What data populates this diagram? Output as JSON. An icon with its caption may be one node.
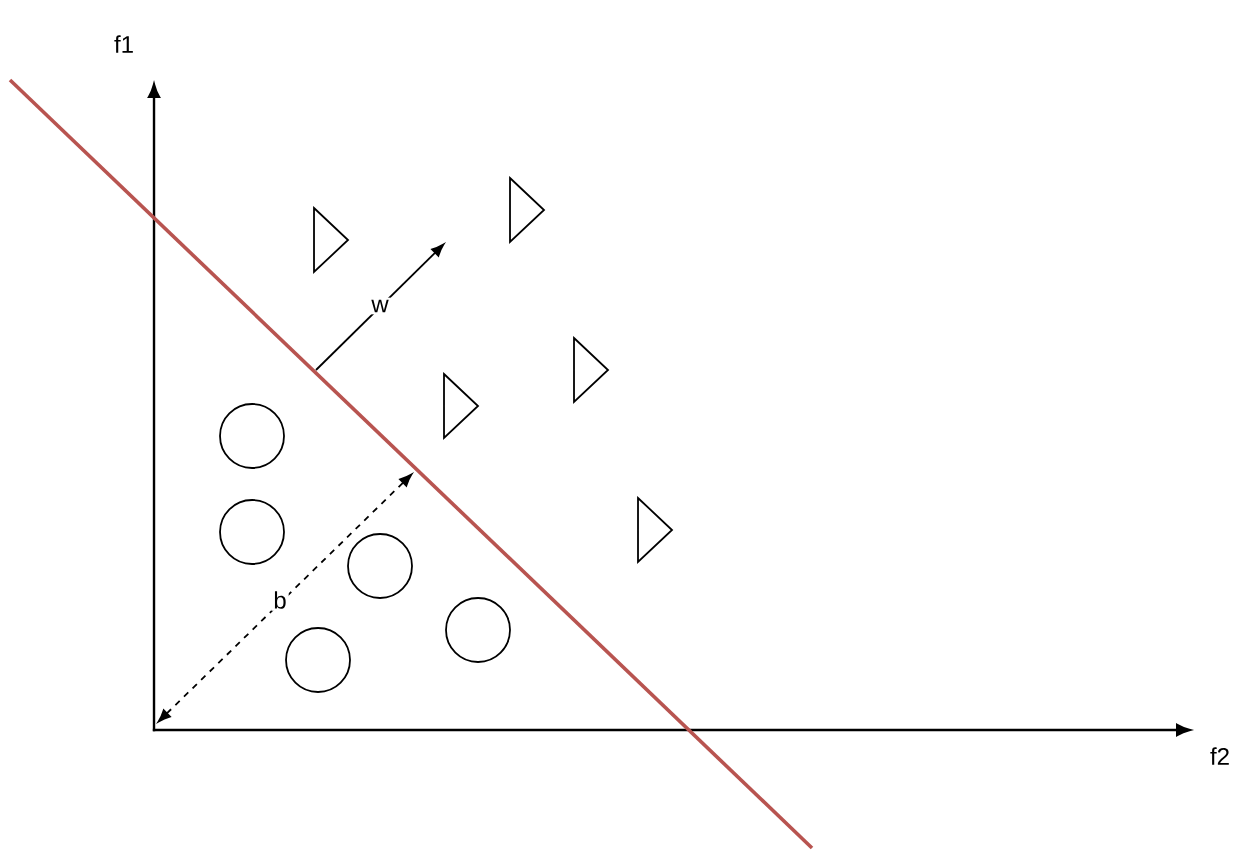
{
  "diagram": {
    "labels": [
      "f1",
      "f2",
      "w",
      "b"
    ]
  }
}
